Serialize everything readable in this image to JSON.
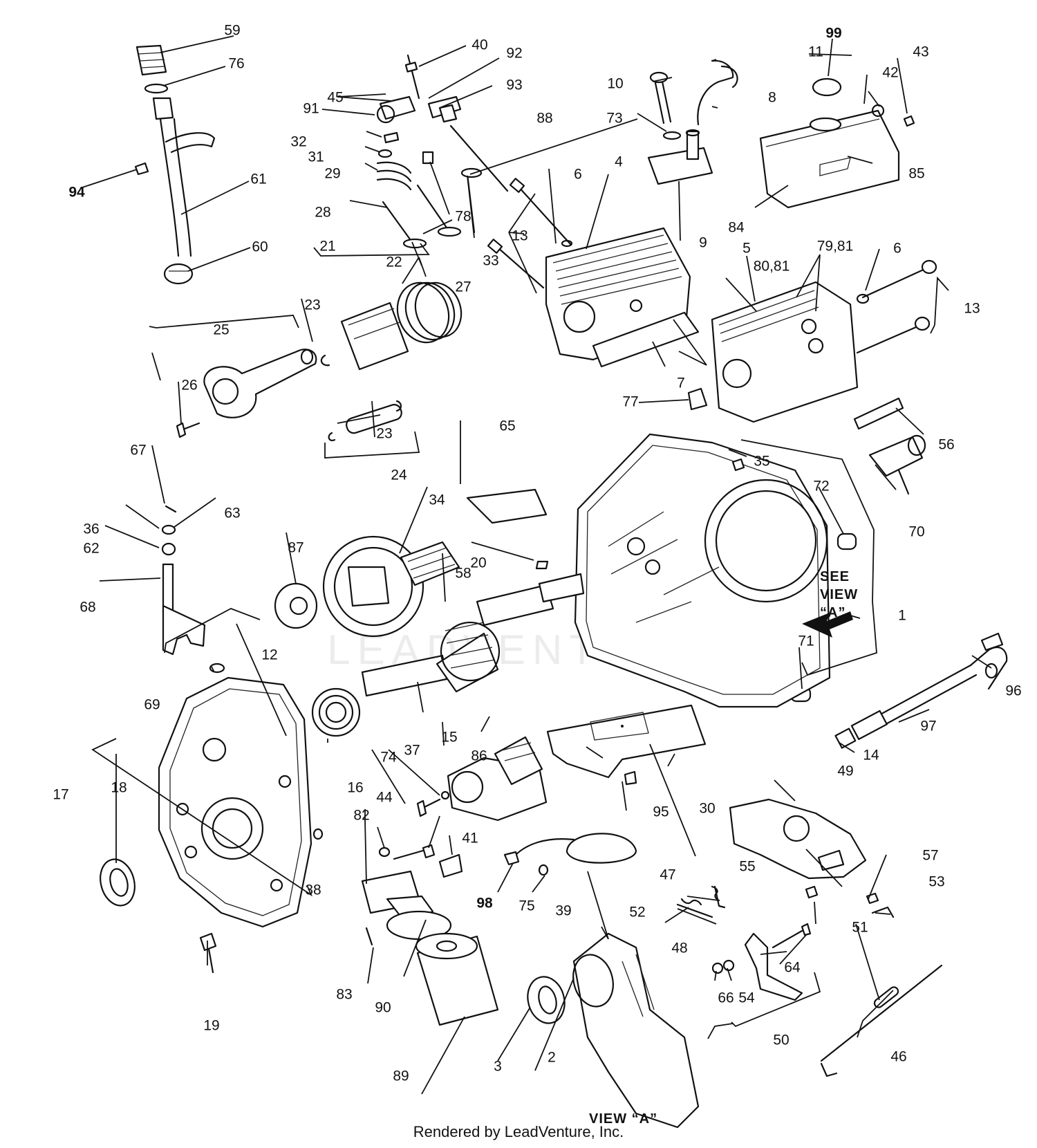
{
  "watermark": "LEADVENTURE",
  "see_view_note": [
    "SEE",
    "VIEW",
    "“A”"
  ],
  "view_a_caption": "VIEW “A”",
  "credit": "Rendered by LeadVenture, Inc.",
  "callouts": [
    "1",
    "2",
    "3",
    "4",
    "5",
    "6",
    "6",
    "7",
    "8",
    "9",
    "10",
    "11",
    "12",
    "13",
    "13",
    "14",
    "15",
    "16",
    "17",
    "18",
    "19",
    "20",
    "21",
    "22",
    "23",
    "23",
    "24",
    "25",
    "26",
    "27",
    "28",
    "29",
    "30",
    "31",
    "32",
    "33",
    "34",
    "35",
    "36",
    "37",
    "38",
    "39",
    "40",
    "41",
    "42",
    "43",
    "44",
    "45",
    "46",
    "47",
    "48",
    "49",
    "50",
    "51",
    "52",
    "53",
    "54",
    "55",
    "56",
    "57",
    "58",
    "59",
    "60",
    "61",
    "62",
    "63",
    "64",
    "65",
    "66",
    "67",
    "68",
    "69",
    "70",
    "71",
    "72",
    "73",
    "74",
    "75",
    "76",
    "77",
    "78",
    "79,81",
    "80,81",
    "82",
    "83",
    "84",
    "85",
    "86",
    "87",
    "88",
    "89",
    "90",
    "91",
    "92",
    "93",
    "94",
    "95",
    "96",
    "97",
    "98",
    "99"
  ]
}
